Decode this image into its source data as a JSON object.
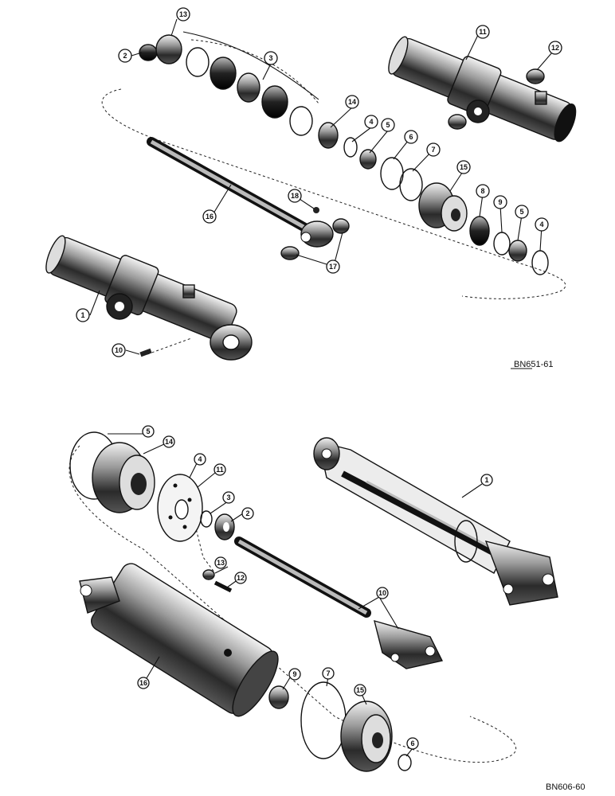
{
  "top_diagram": {
    "drawing_number": "BN651-61",
    "callouts": [
      "1",
      "2",
      "3",
      "4",
      "5",
      "6",
      "7",
      "8",
      "9",
      "10",
      "11",
      "12",
      "13",
      "14",
      "15",
      "16",
      "17",
      "18",
      "5",
      "4"
    ]
  },
  "bottom_diagram": {
    "drawing_number": "BN606-60",
    "callouts": [
      "1",
      "2",
      "3",
      "4",
      "5",
      "6",
      "7",
      "9",
      "10",
      "11",
      "12",
      "13",
      "14",
      "15",
      "16"
    ]
  }
}
